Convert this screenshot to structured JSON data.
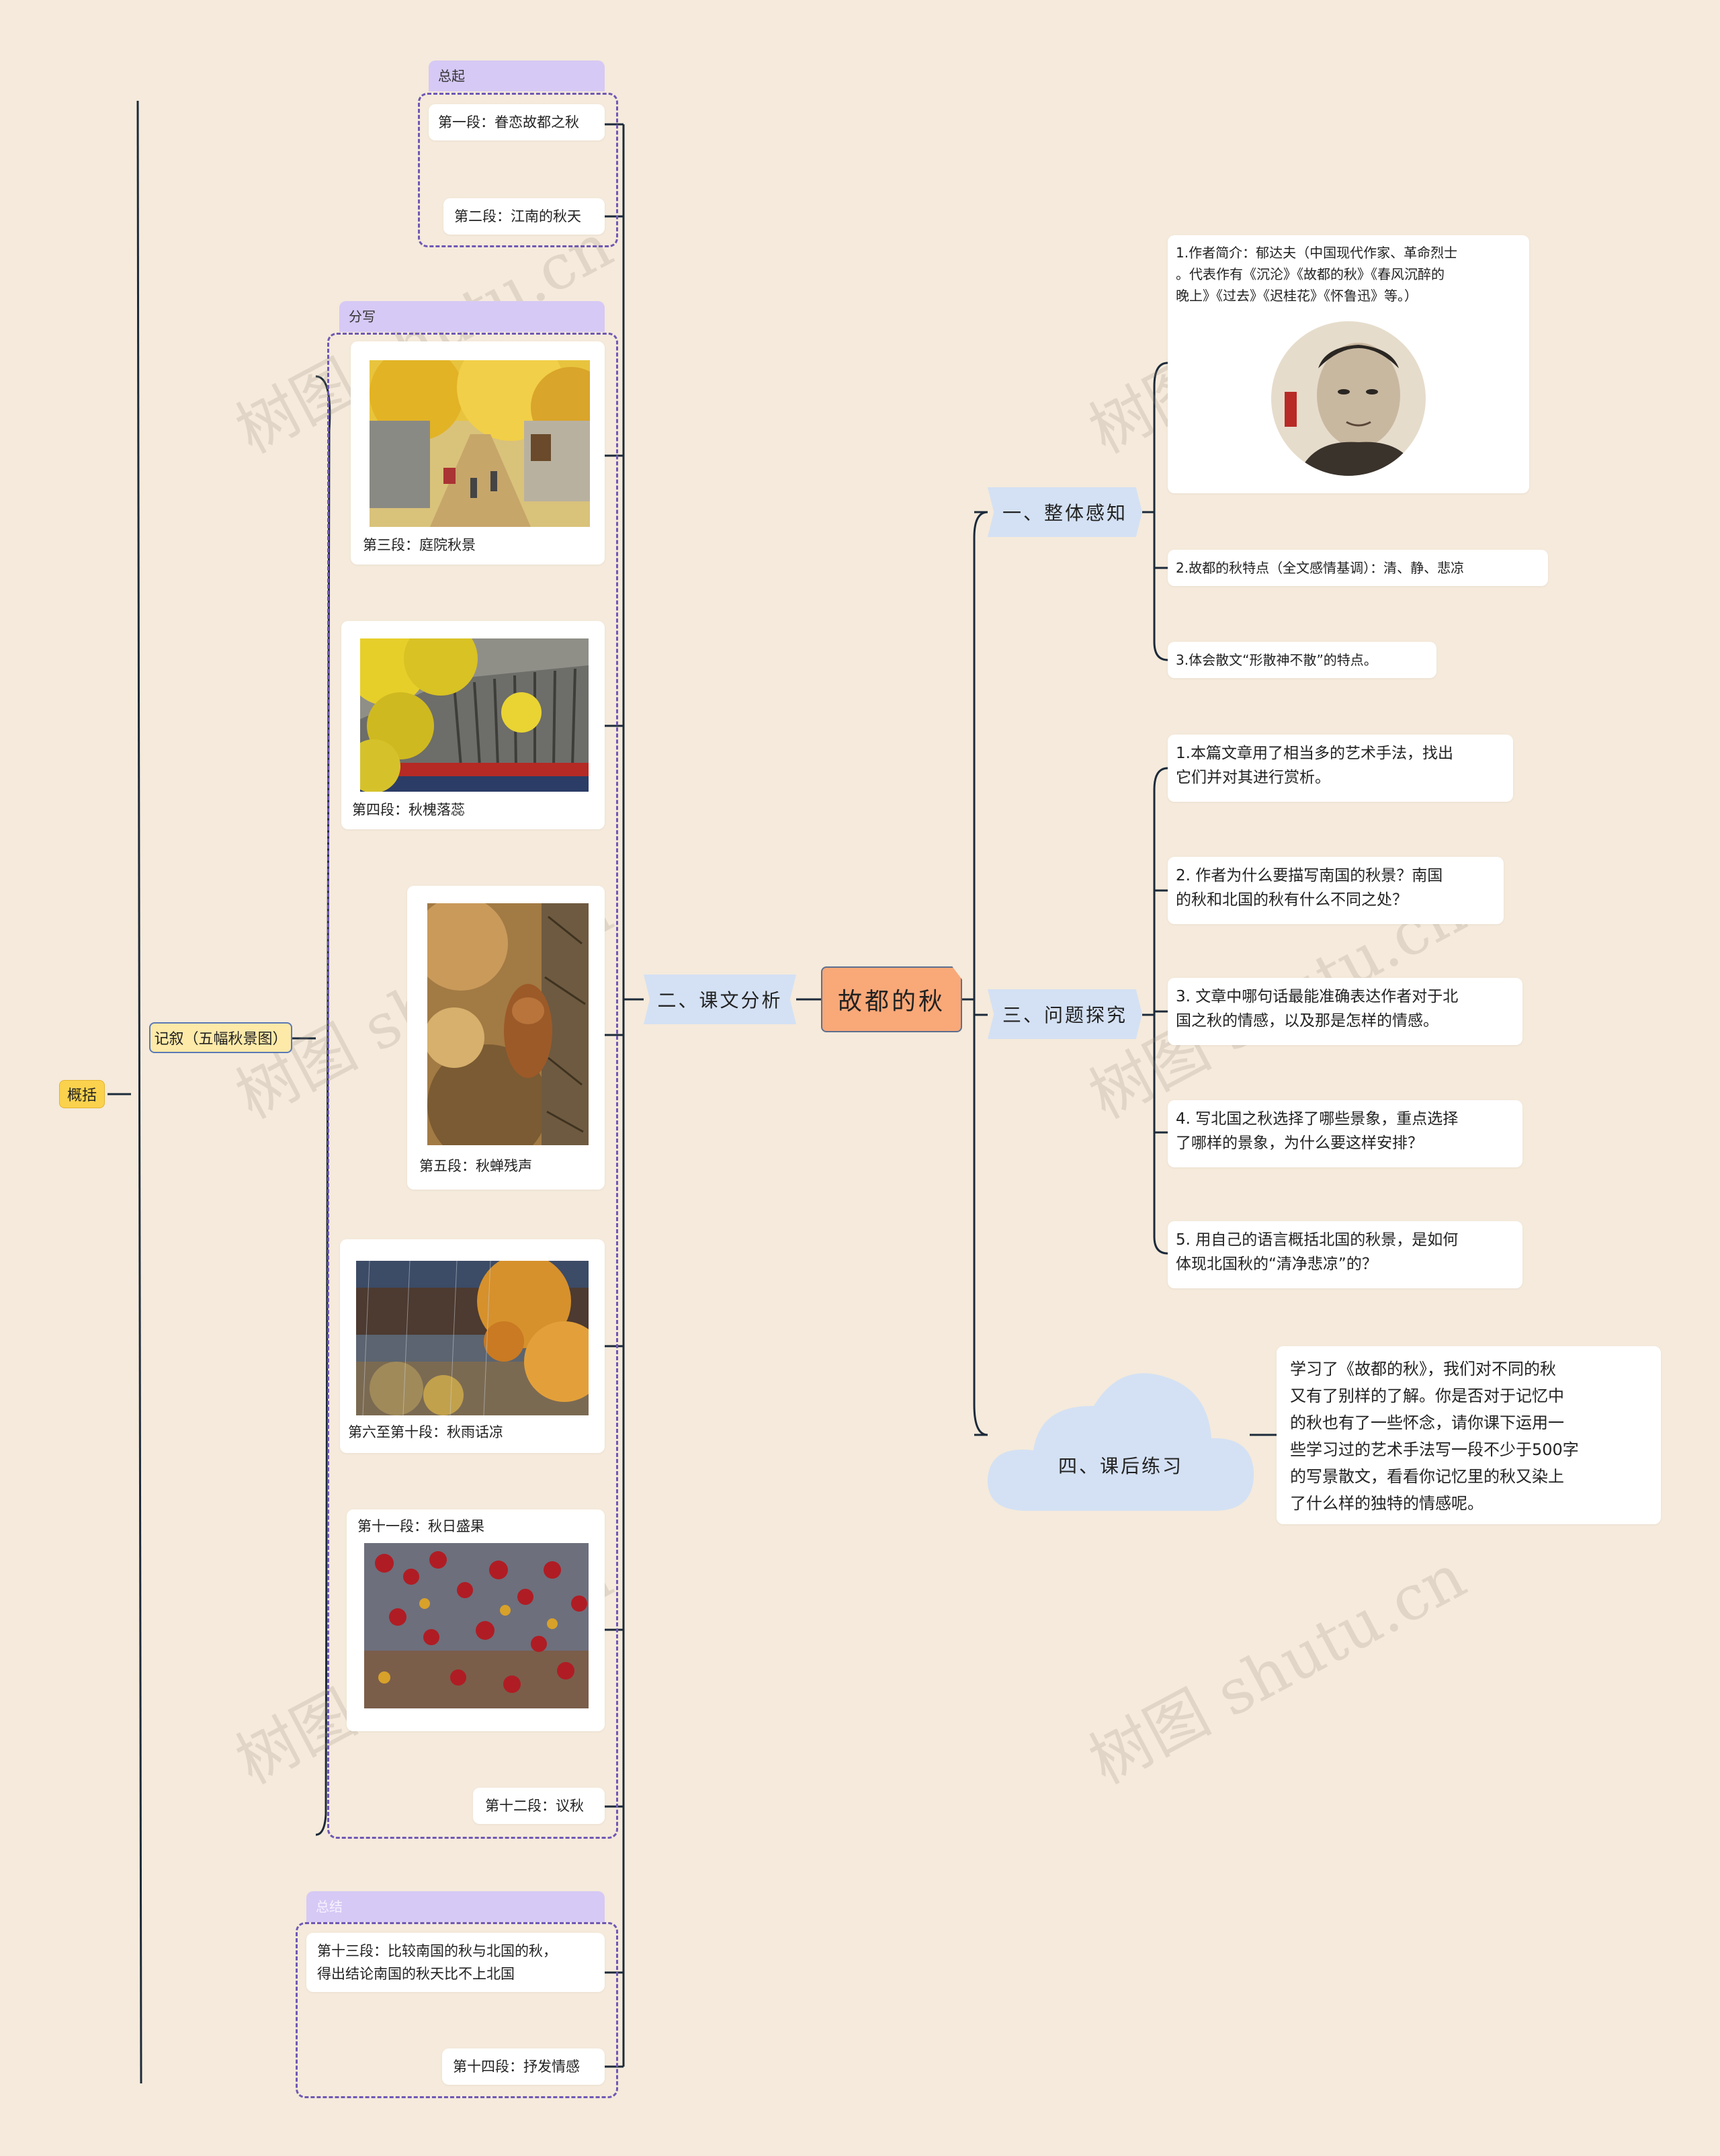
{
  "watermark": "树图 shutu.cn",
  "root": {
    "label": "故都的秋"
  },
  "left_tree": {
    "summary": "概括",
    "narration": "记叙（五幅秋景图）",
    "analysis": "二、课文分析",
    "groups": {
      "intro": {
        "label": "总起",
        "items": [
          "第一段：眷恋故都之秋",
          "第二段：江南的秋天"
        ]
      },
      "detail": {
        "label": "分写",
        "items": [
          "第三段：庭院秋景",
          "第四段：秋槐落蕊",
          "第五段：秋蝉残声",
          "第六至第十段：秋雨话凉",
          "第十一段：秋日盛果",
          "第十二段：议秋"
        ]
      },
      "conclusion": {
        "label": "总结",
        "items": [
          "第十三段：比较南国的秋与北国的秋，\n得出结论南国的秋天比不上北国",
          "第十四段：抒发情感"
        ]
      }
    }
  },
  "right_tree": {
    "branch1": {
      "label": "一、整体感知",
      "items": [
        "1.作者简介：郁达夫（中国现代作家、革命烈士\n。代表作有《沉沦》《故都的秋》《春风沉醉的\n晚上》《过去》《迟桂花》《怀鲁迅》等。）",
        "2.故都的秋特点（全文感情基调）：清、静、悲凉",
        "3.体会散文“形散神不散”的特点。"
      ]
    },
    "branch3": {
      "label": "三、问题探究",
      "items": [
        "1.本篇文章用了相当多的艺术手法，找出\n它们并对其进行赏析。",
        "2. 作者为什么要描写南国的秋景？南国\n的秋和北国的秋有什么不同之处？",
        "3. 文章中哪句话最能准确表达作者对于北\n国之秋的情感，以及那是怎样的情感。",
        "4. 写北国之秋选择了哪些景象，重点选择\n了哪样的景象，为什么要这样安排？",
        "5. 用自己的语言概括北国的秋景，是如何\n体现北国秋的“清净悲凉”的？"
      ]
    },
    "branch4": {
      "label": "四、课后练习",
      "text": "学习了《故都的秋》，我们对不同的秋\n又有了别样的了解。你是否对于记忆中\n的秋也有了一些怀念，请你课下运用一\n些学习过的艺术手法写一段不少于500字\n的写景散文，看看你记忆里的秋又染上\n了什么样的独特的情感呢。"
    }
  },
  "colors": {
    "background": "#f5eadb",
    "root_fill": "#f9a878",
    "banner_fill": "#d4e1f4",
    "group_border": "#6f58b5",
    "group_label": "#d6c9f5",
    "tag_yellow": "#fbd24d",
    "tag_pale": "#fde9a8",
    "line": "#1c2a3a"
  }
}
